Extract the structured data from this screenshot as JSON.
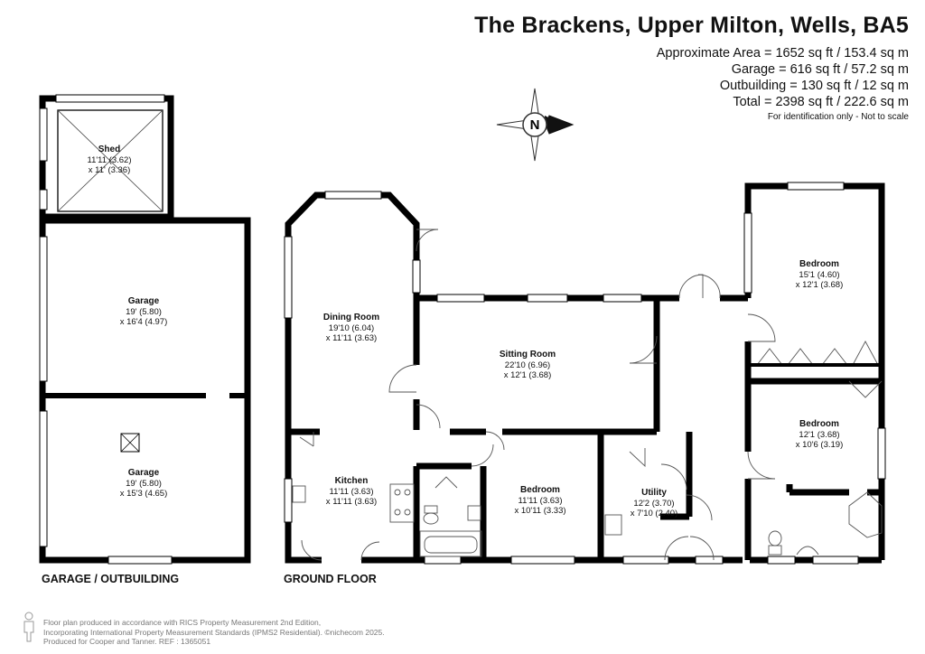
{
  "header": {
    "title": "The Brackens, Upper Milton, Wells, BA5",
    "areas": [
      "Approximate Area = 1652 sq ft / 153.4 sq m",
      "Garage = 616 sq ft / 57.2 sq m",
      "Outbuilding = 130 sq ft / 12 sq m",
      "Total = 2398 sq ft / 222.6 sq m"
    ],
    "note": "For identification only - Not to scale"
  },
  "compass": {
    "letter": "N",
    "icon": "compass-rose-icon"
  },
  "rooms": {
    "shed": {
      "name": "Shed",
      "dim1": "11'11 (3.62)",
      "dim2": "x 11' (3.36)"
    },
    "garage1": {
      "name": "Garage",
      "dim1": "19' (5.80)",
      "dim2": "x 16'4 (4.97)"
    },
    "garage2": {
      "name": "Garage",
      "dim1": "19' (5.80)",
      "dim2": "x 15'3 (4.65)"
    },
    "dining": {
      "name": "Dining Room",
      "dim1": "19'10 (6.04)",
      "dim2": "x 11'11 (3.63)"
    },
    "kitchen": {
      "name": "Kitchen",
      "dim1": "11'11 (3.63)",
      "dim2": "x 11'11 (3.63)"
    },
    "sitting": {
      "name": "Sitting Room",
      "dim1": "22'10 (6.96)",
      "dim2": "x 12'1 (3.68)"
    },
    "bedroom_mid": {
      "name": "Bedroom",
      "dim1": "11'11 (3.63)",
      "dim2": "x 10'11 (3.33)"
    },
    "utility": {
      "name": "Utility",
      "dim1": "12'2 (3.70)",
      "dim2": "x 7'10 (2.40)"
    },
    "bedroom_tr": {
      "name": "Bedroom",
      "dim1": "15'1 (4.60)",
      "dim2": "x 12'1 (3.68)"
    },
    "bedroom_br": {
      "name": "Bedroom",
      "dim1": "12'1 (3.68)",
      "dim2": "x 10'6 (3.19)"
    }
  },
  "floor_labels": {
    "outbuilding": "GARAGE / OUTBUILDING",
    "ground": "GROUND FLOOR"
  },
  "footer": {
    "line1": "Floor plan produced in accordance with RICS Property Measurement 2nd Edition,",
    "line2": "Incorporating International Property Measurement Standards (IPMS2 Residential). ©nichecom 2025.",
    "line3": "Produced for Cooper and Tanner.   REF : 1365051",
    "icon": "person-scale-icon"
  },
  "colors": {
    "wall": "#000000",
    "window": "#ffffff",
    "fixture": "#555555",
    "footer_text": "#777777"
  }
}
